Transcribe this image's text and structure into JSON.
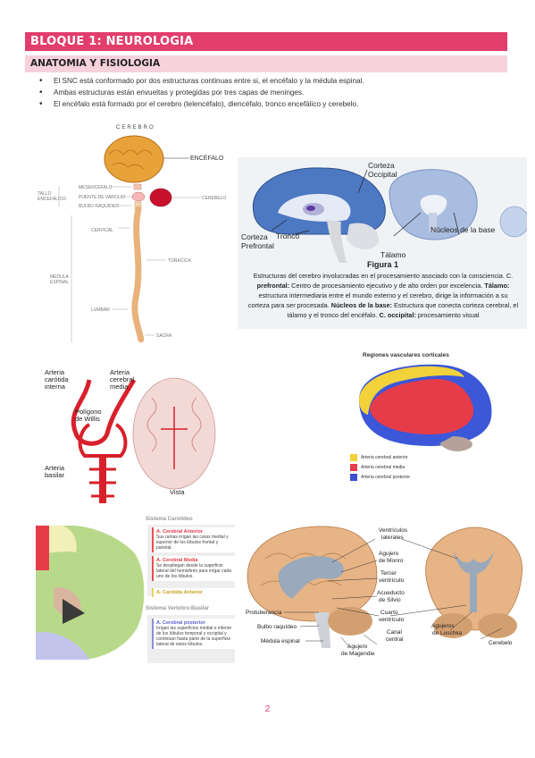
{
  "header": {
    "title": "BLOQUE 1: NEUROLOGIA",
    "subtitle": "ANATOMIA Y FISIOLOGIA"
  },
  "bullets": [
    "El SNC está conformado por dos estructuras continuas entre si, el encéfalo y la médula espinal.",
    "Ambas estructuras están envueltas y protegidas por tres capas de meninges.",
    "El encéfalo está formado por el cerebro (telencéfalo), diencéfalo, tronco encefálico y cerebelo."
  ],
  "fig_cns": {
    "cerebro": "CEREBRO",
    "encefalo": "ENCÉFALO",
    "tallo1": "TALLO",
    "tallo2": "ENCEFÁLICO",
    "mesencefalo": "MESENCEFALO",
    "puente": "PUENTE DE VAROLIO",
    "bulbo": "BULBO RAQUIDEO",
    "cerebelo": "CEREBELO",
    "cervical": "CERVICAL",
    "toracica": "TORACICA",
    "medula1": "MÉDULA",
    "medula2": "ESPINAL",
    "lumbar": "LUMBAR",
    "sacra": "SACRA"
  },
  "fig1": {
    "corteza_occipital_1": "Corteza",
    "corteza_occipital_2": "Occipital",
    "corteza_prefrontal_1": "Corteza",
    "corteza_prefrontal_2": "Prefrontal",
    "tronco": "Tronco",
    "talamo": "Tálamo",
    "nucleos": "Núcleos de la base",
    "figura": "Figura 1",
    "caption_1": "Estructuras del cerebro involucradas en el procesamiento asociado con la consciencia. C.",
    "caption_2_b": "prefrontal:",
    "caption_2": " Centro de procesamiento ejecutivo y de alto orden por excelencia. ",
    "caption_2_b2": "Tálamo:",
    "caption_3": "estructura intermediaria entre el mundo externo y el cerebro, dirige la información a su",
    "caption_4": "corteza para ser procesada. ",
    "caption_4_b": "Núcleos de la base:",
    "caption_4b": " Estructura que conecta corteza cerebral, el",
    "caption_5": "tálamo y el tronco del encéfalo. ",
    "caption_5_b": "C. occipital:",
    "caption_5b": " procesamiento visual"
  },
  "fig_willis": {
    "carotida_1": "Arteria",
    "carotida_2": "carótida",
    "carotida_3": "interna",
    "cerebral_1": "Arteria",
    "cerebral_2": "cerebral",
    "cerebral_3": "media",
    "poligono_1": "Polígono",
    "poligono_2": "de Willis",
    "basilar_1": "Arteria",
    "basilar_2": "basilar",
    "vista": "Vista"
  },
  "fig_vascular": {
    "title": "Regiones vasculares corticales",
    "legend": [
      {
        "label": "Arteria cerebral anterior",
        "color": "#f1d23a"
      },
      {
        "label": "Arteria cerebral media",
        "color": "#e63c4a"
      },
      {
        "label": "Arteria cerebral posterior",
        "color": "#3b4fcf"
      }
    ]
  },
  "fig_carotid": {
    "sys1": "Sistema Carotídeo",
    "a_title": "A. Cerebral Anterior",
    "a_text": "Sus ramas irrigan las caras medial y superior de los lóbulos frontal y parietal.",
    "m_title": "A. Cerebral Media",
    "m_text": "Se despliegan desde la superficie lateral del hemisferio para irrigar cada uno de los lóbulos.",
    "c_title": "A. Carótida Anterior",
    "sys2": "Sistema Vertebro-Basilar",
    "p_title": "A. Cerebral posterior",
    "p_text": "Irrigan las superficies medial e inferior de los lóbulos temporal y occipital y continúan hasta parte de la superficie lateral de estos lóbulos."
  },
  "fig_ventricles": {
    "vl1": "Ventrículos",
    "vl2": "laterales",
    "monro1": "Agujero",
    "monro2": "de Monro",
    "tercer1": "Tercer",
    "tercer2": "ventrículo",
    "silvio1": "Acueducto",
    "silvio2": "de Silvio",
    "cuarto1": "Cuarto",
    "cuarto2": "ventrículo",
    "protuberancia": "Protuberancia",
    "bulbo": "Bulbo raquídeo",
    "medula": "Médula espinal",
    "magendie1": "Agujero",
    "magendie2": "de Magendie",
    "canal1": "Canal",
    "canal2": "central",
    "luschka1": "Agujeros",
    "luschka2": "de Luschka",
    "cerebelo": "Cerebelo"
  },
  "page": {
    "number": "2"
  }
}
